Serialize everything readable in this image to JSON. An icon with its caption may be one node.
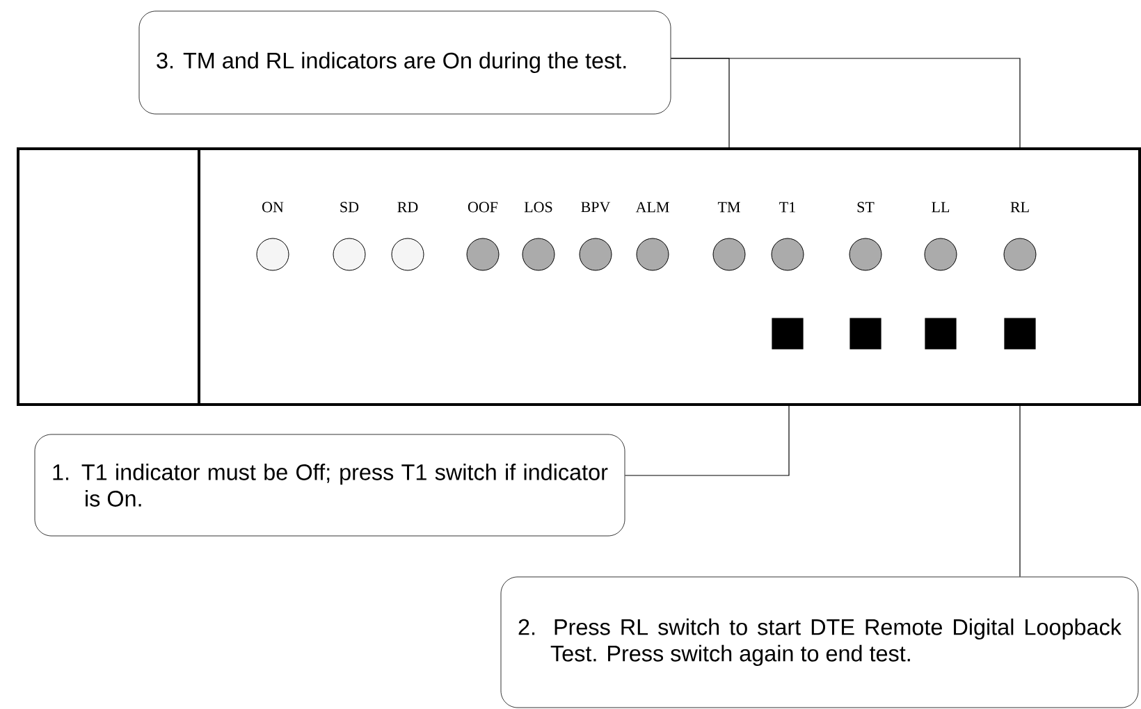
{
  "diagram": {
    "nodes": [
      {
        "text": [
          "3. TM and RL indicators are On during the test."
        ]
      },
      {
        "text": [],
        "shape": "box"
      },
      {
        "text": [
          "1. T1 indicator must be Off; press T1 switch if indicator is On."
        ]
      },
      {
        "text": [
          "2. Press RL switch to start DTE Remote Digital Loopback Test. Press switch again to end test."
        ]
      }
    ],
    "edges": [
      {
        "from": 0,
        "to": 1,
        "arrow": "none"
      },
      {
        "from": 0,
        "to": 1,
        "arrow": "none"
      },
      {
        "from": 2,
        "to": 1,
        "arrow": "none"
      },
      {
        "from": 3,
        "to": 1,
        "arrow": "none"
      }
    ],
    "labels": [
      "ON",
      "SD",
      "RD",
      "OOF",
      "LOS",
      "BPV",
      "ALM",
      "TM",
      "T1",
      "ST",
      "LL",
      "RL"
    ]
  }
}
